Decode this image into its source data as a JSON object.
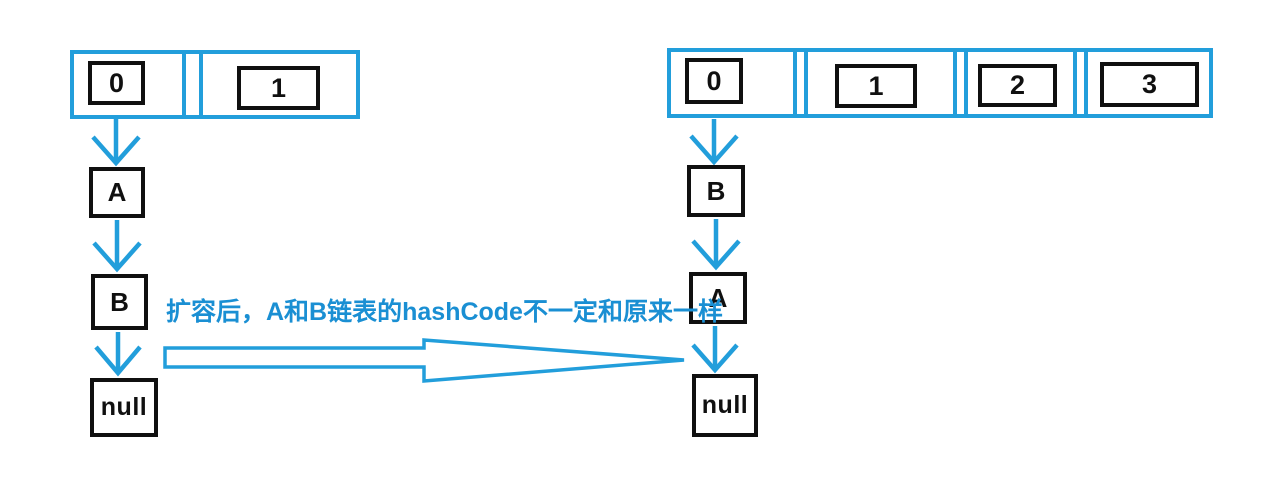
{
  "colors": {
    "line_blue": "#229EDB",
    "text_blue": "#1A8FD3",
    "box_black": "#101010",
    "background": "#FFFFFF"
  },
  "annotation": {
    "text": "扩容后，A和B链表的hashCode不一定和原来一样"
  },
  "table_before": {
    "buckets": [
      {
        "label": "0"
      },
      {
        "label": "1"
      }
    ]
  },
  "table_after": {
    "buckets": [
      {
        "label": "0"
      },
      {
        "label": "1"
      },
      {
        "label": "2"
      },
      {
        "label": "3"
      }
    ]
  },
  "chain_before": {
    "nodes": [
      {
        "label": "A"
      },
      {
        "label": "B"
      },
      {
        "label": "null"
      }
    ]
  },
  "chain_after": {
    "nodes": [
      {
        "label": "B"
      },
      {
        "label": "A"
      },
      {
        "label": "null"
      }
    ]
  }
}
